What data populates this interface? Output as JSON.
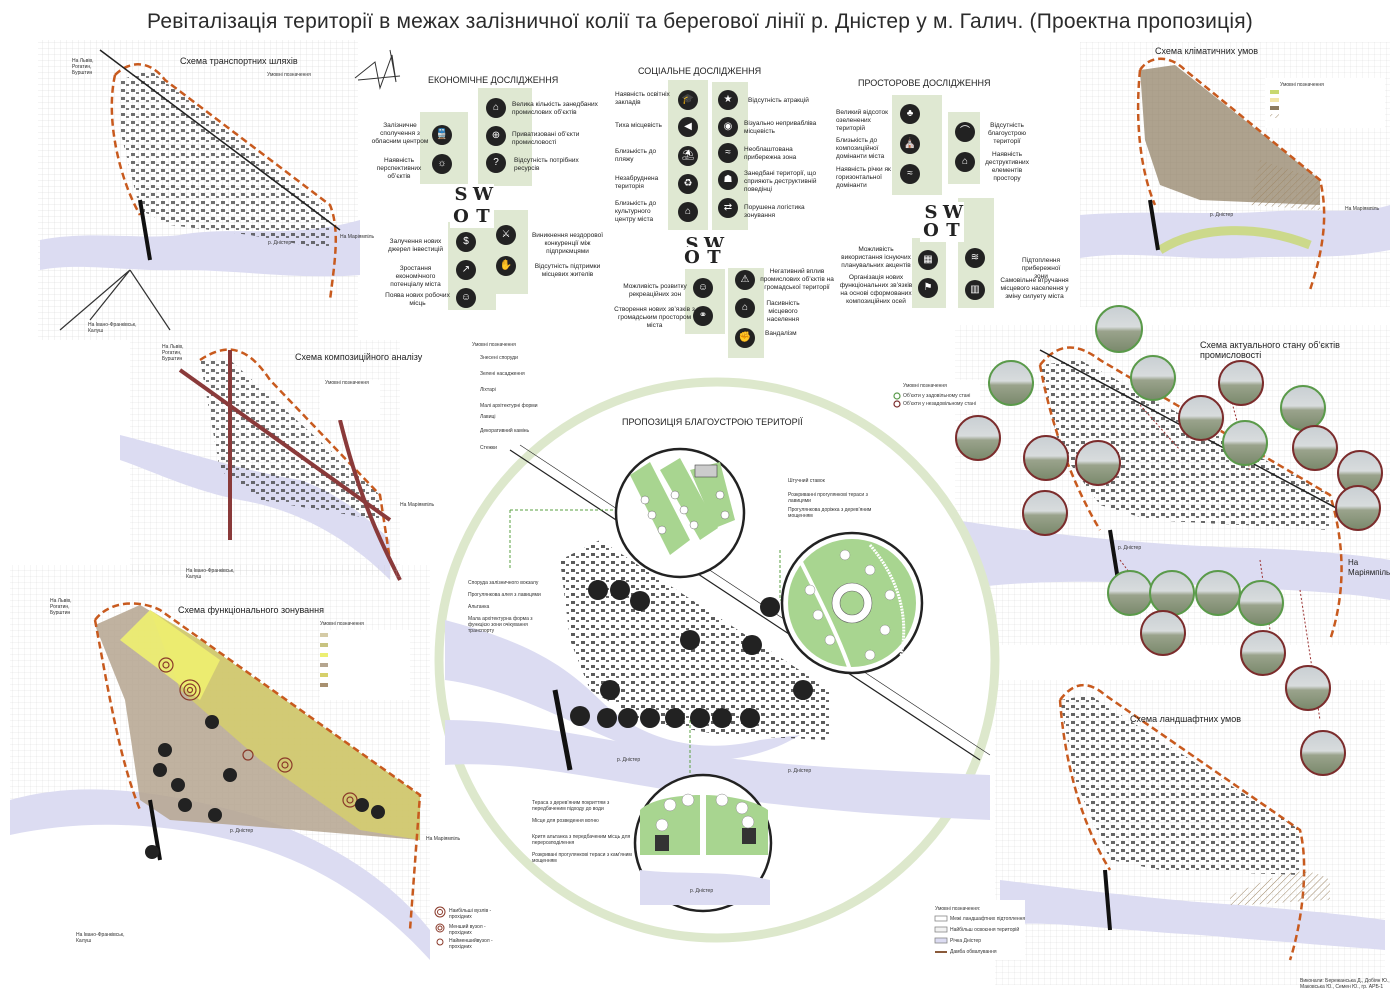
{
  "title": "Ревіталізація території в межах залізничної колії та берегової лінії р. Дністер у м. Галич. (Проектна пропозиція)",
  "maps": {
    "transport": {
      "title": "Схема транспортних шляхів",
      "legend_title": "Умовні позначення",
      "dir_lviv": "На Львів, Рогатин, Бурштин",
      "dir_marm": "На Маріямпіль",
      "dir_if": "На Івано-Франківськ, Калуш",
      "river": "р. Дністер"
    },
    "composition": {
      "title": "Схема композиційного аналізу",
      "legend_title": "Умовні позначення",
      "dir_lviv": "На Львів, Рогатин, Бурштин",
      "dir_marm": "На Маріямпіль",
      "dir_if": "На Івано-Франківськ, Калуш"
    },
    "functional": {
      "title": "Схема функціонального зонування",
      "legend_title": "Умовні позначення",
      "dir_lviv": "На Львів, Рогатин, Бурштин",
      "dir_if": "На Івано-Франківськ, Калуш",
      "dir_marm": "На Маріямпіль",
      "river": "р. Дністер",
      "legend": [
        "Наибільші вузлів - прохідних",
        "Менший вузол - прохідних",
        "Найменшийвузол - прохідних"
      ]
    },
    "climate": {
      "title": "Схема кліматичних умов",
      "legend_title": "Умовні позначення",
      "river": "р. Дністер",
      "dir_marm": "На Маріямпіль"
    },
    "industry": {
      "title": "Схема актуального стану об’єктів промисловості",
      "legend_title": "Умовні позначення",
      "dir_marm": "На Маріямпіль",
      "river": "р. Дністер"
    },
    "landscape": {
      "title": "Схема ландшафтних умов",
      "legend_title": "Умовні позначення:",
      "legend": [
        "Межі ландшафтних підтоплення",
        "Найбільш освоєння територій",
        "Річка Дністер",
        "Дамба обвалування"
      ]
    }
  },
  "economic": {
    "title": "ЕКОНОМІЧНЕ ДОСЛІДЖЕННЯ",
    "s": [
      "Залізничне сполучення з обласним центром",
      "Наявність перспективних об’єктів"
    ],
    "w": [
      "Велика кількість занедбаних промислових об’єктів",
      "Приватизовані об’єкти промисловості",
      "Відсутність потрібних ресурсів"
    ],
    "o": [
      "Залучення нових джерел інвестицій",
      "Зростання економічного потенціалу міста",
      "Поява нових робочих місць"
    ],
    "t": [
      "Виникнення нездорової конкуренції між підприємцями",
      "Відсутність підтримки місцевих жителів"
    ]
  },
  "social": {
    "title": "СОЦІАЛЬНЕ ДОСЛІДЖЕННЯ",
    "s": [
      "Наявність освітніх закладів",
      "Тиха місцевість",
      "Близькість до пляжу",
      "Незабруднена територія",
      "Близькість до культурного центру міста"
    ],
    "w": [
      "Відсутність атракцій",
      "Візуально непривабліва місцевість",
      "Необлаштована прибережна зона",
      "Занедбані території, що сприяють деструктивній поведінці",
      "Порушена логістика зонування"
    ],
    "o": [
      "Можливість розвитку рекреаційних зон",
      "Створення нових зв’язків з громадським простором міста"
    ],
    "t": [
      "Негативний вплив промислових об’єктів на громадської території",
      "Пасивність місцевого населення",
      "Вандалізм"
    ]
  },
  "spatial": {
    "title": "ПРОСТОРОВЕ ДОСЛІДЖЕННЯ",
    "s": [
      "Великий відсоток озеленених територій",
      "Близькість до композиційної домінанти міста",
      "Наявність річки як горизонтальної домінанти"
    ],
    "w": [
      "Відсутність благоустрою території",
      "Наявність деструктивних елементів простору"
    ],
    "o": [
      "Можливість використання існуючих планувальних акцентів",
      "Організація нових функціональних зв’язків на основі сформованих композиційних осей"
    ],
    "t": [
      "Підтоплення прибережної зони",
      "Самовільне втручання місцевого населення у зміну силуету міста"
    ]
  },
  "swot_letters": [
    "S",
    "W",
    "O",
    "T"
  ],
  "proposal": {
    "title": "ПРОПОЗИЦІЯ БЛАГОУСТРОЮ ТЕРИТОРІЇ",
    "river1": "р. Дністер",
    "river2": "р. Дністер",
    "river3": "р. Дністер",
    "legend_title": "Умовні позначення",
    "legend": [
      "Знесені споруди",
      "Зелені насадження",
      "Ліхтарі",
      "Малі архітектурні форми",
      "Лавиці",
      "Декоративний камінь",
      "Стежки"
    ],
    "left_list": [
      "Споруда залізничного вокзалу",
      "Прогулянкова алея з лавицями",
      "Альтанка",
      "Мала архітектурна форма з функцією зони очікування транспорту"
    ],
    "right_list": [
      "Штучний ставок",
      "Розкриванні прогулянкові тераси з лавицями",
      "Прогулянкова доріжка з дерев’яним мощенням"
    ],
    "bottom_list": [
      "Тераса з дерев’яним покриттям з передбаченим підходу до води",
      "Місце для розведення вогню",
      "Критя альтанка з передбаченим місць для перерозподілення",
      "Розкривані прогулянкові тераси з кам’яним мощенням"
    ]
  },
  "industry_legend": [
    "Об’єкти у задовільному стані",
    "Об’єкти у незадовільному стані"
  ],
  "credit": "Виконали: Бережанська Д., Добіян Ю., Маковська Ю., Семен Ю., гр. АРБ-1"
}
